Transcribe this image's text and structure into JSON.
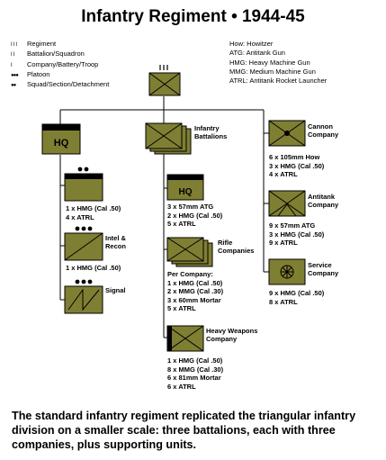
{
  "title": "Infantry Regiment  •  1944-45",
  "legend_left": [
    {
      "marker": "III",
      "text": "Regiment"
    },
    {
      "marker": "II",
      "text": "Battalion/Squadron"
    },
    {
      "marker": "I",
      "text": "Company/Battery/Troop"
    },
    {
      "marker": "●●●",
      "text": "Platoon"
    },
    {
      "marker": "●●",
      "text": "Squad/Section/Detachment"
    }
  ],
  "legend_right": [
    "How: Howitzer",
    "ATG: Antitank Gun",
    "HMG: Heavy Machine Gun",
    "MMG: Medium Machine Gun",
    "ATRL: Antitank Rocket Launcher"
  ],
  "units": {
    "hq": {
      "label": "HQ"
    },
    "hq_section": {
      "stats": [
        "1 x HMG (Cal .50)",
        "4 x ATRL"
      ]
    },
    "intel": {
      "label": [
        "Intel &",
        "Recon"
      ],
      "stats": [
        "1 x HMG (Cal .50)"
      ]
    },
    "signal": {
      "label": [
        "Signal"
      ]
    },
    "infantry": {
      "label": [
        "Infantry",
        "Battalions"
      ]
    },
    "bn_hq": {
      "label": "HQ",
      "stats": [
        "3 x 57mm ATG",
        "2 x HMG (Cal .50)",
        "5 x ATRL"
      ]
    },
    "rifle": {
      "label": [
        "Rifle",
        "Companies"
      ],
      "stats": [
        "Per Company:",
        "1 x HMG (Cal .50)",
        "2 x MMG (Cal .30)",
        "3 x 60mm Mortar",
        "5 x ATRL"
      ]
    },
    "heavy": {
      "label": [
        "Heavy Weapons",
        "Company"
      ],
      "stats": [
        "1 x HMG (Cal .50)",
        "8 x MMG (Cal .30)",
        "6 x 81mm Mortar",
        "6 x ATRL"
      ]
    },
    "cannon": {
      "label": [
        "Cannon",
        "Company"
      ],
      "stats": [
        "6 x 105mm How",
        "3 x HMG (Cal .50)",
        "4 x ATRL"
      ]
    },
    "antitank": {
      "label": [
        "Antitank",
        "Company"
      ],
      "stats": [
        "9 x 57mm ATG",
        "3 x HMG (Cal .50)",
        "9 x ATRL"
      ]
    },
    "service": {
      "label": [
        "Service",
        "Company"
      ],
      "stats": [
        "9 x HMG (Cal .50)",
        "8 x ATRL"
      ]
    }
  },
  "colors": {
    "unit_fill": "#7f7f33",
    "unit_header": "#000000",
    "line": "#000000"
  },
  "caption": "The standard infantry regiment replicated the triangular infantry division on a smaller scale: three battalions, each with three companies, plus supporting units."
}
